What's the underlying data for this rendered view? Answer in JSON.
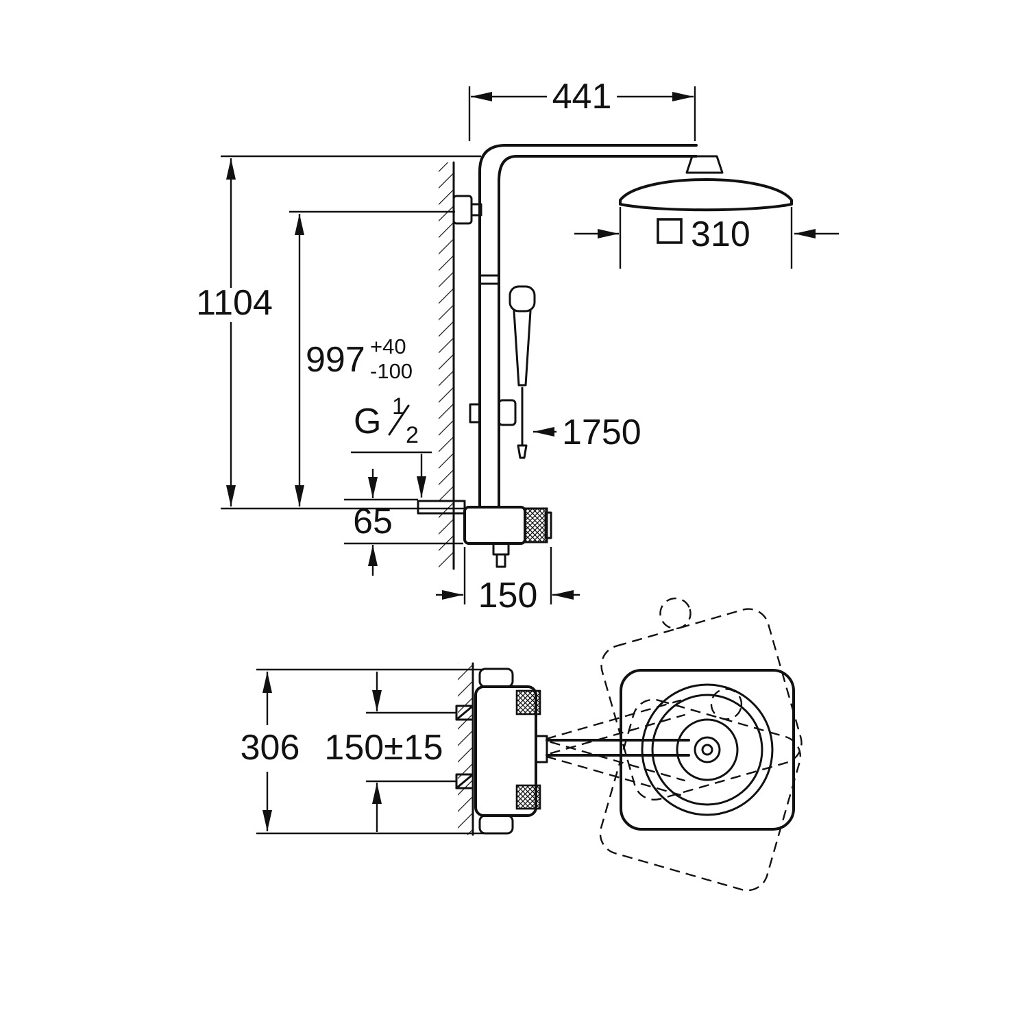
{
  "page": {
    "background": "#ffffff",
    "ink": "#111111",
    "type": "technical-dimension-drawing",
    "subject": "shower-system-with-head-shower-hand-shower-and-thermostat"
  },
  "side_view": {
    "dim_arm_reach": "441",
    "dim_head_width": "310",
    "dim_total_height": "1104",
    "dim_outlet_height": "997",
    "dim_outlet_tol_plus": "+40",
    "dim_outlet_tol_minus": "-100",
    "thread_label_g": "G",
    "thread_label_num": "1",
    "thread_label_den": "2",
    "dim_inlet_offset": "65",
    "dim_hose_length": "1750",
    "dim_valve_width": "150"
  },
  "plan_view": {
    "dim_valve_length": "306",
    "dim_inlet_spacing": "150±15"
  }
}
